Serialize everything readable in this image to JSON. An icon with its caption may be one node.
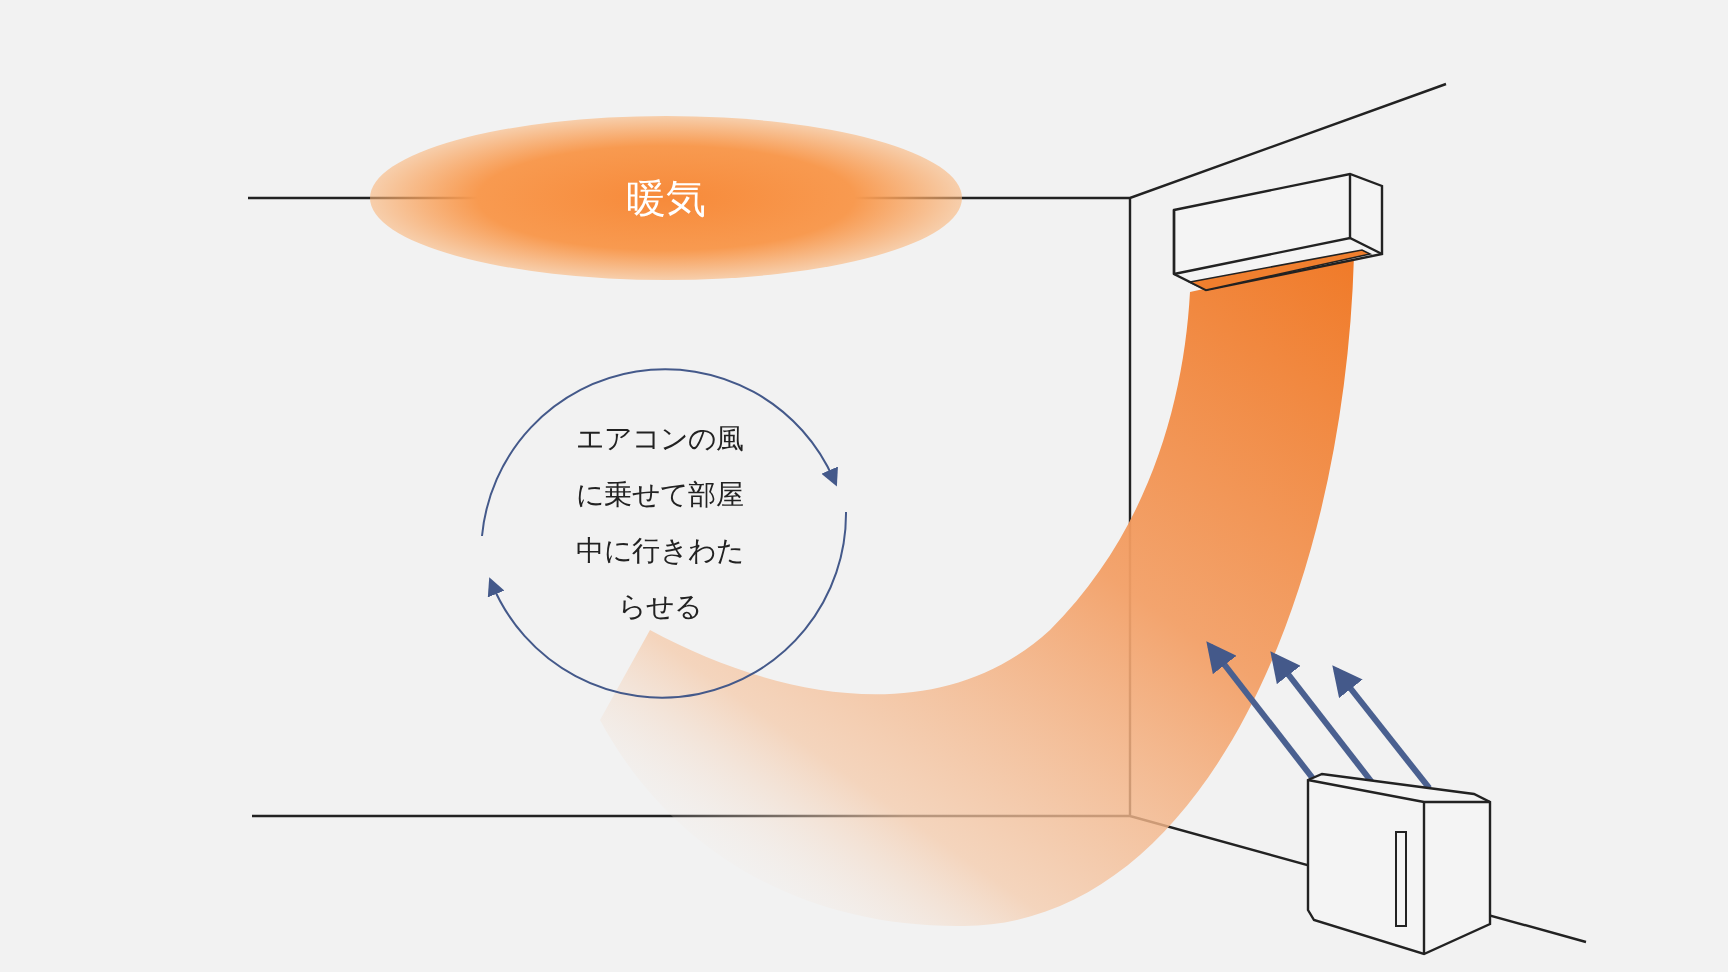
{
  "diagram": {
    "nodes": [
      {
        "text": [
          "暖気"
        ]
      },
      {
        "text": [
          "エアコンの風に乗せて部屋中に行きわたらせる"
        ]
      },
      {
        "text": [],
        "shape": "picture"
      },
      {
        "text": [],
        "shape": "picture"
      }
    ],
    "edges": [
      {
        "from": 3,
        "to": null,
        "arrow": "to"
      },
      {
        "from": 3,
        "to": null,
        "arrow": "to"
      },
      {
        "from": 3,
        "to": null,
        "arrow": "to"
      }
    ]
  }
}
